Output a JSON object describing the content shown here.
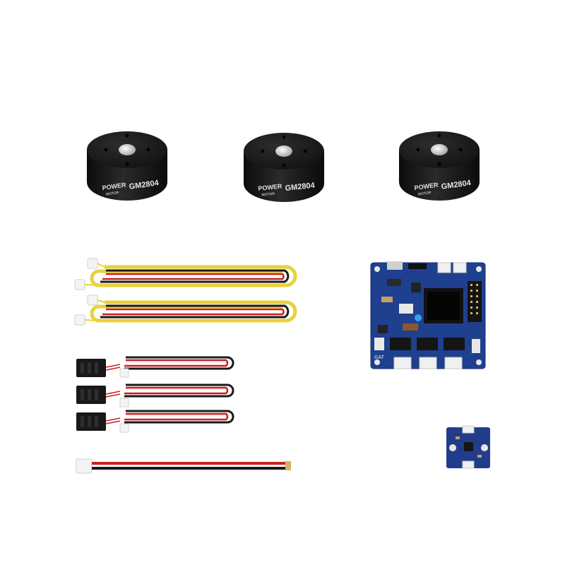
{
  "motors": [
    {
      "model": "GM2804",
      "brand_top": "POWER",
      "brand_bottom": "MOTOR"
    },
    {
      "model": "GM2804",
      "brand_top": "POWER",
      "brand_bottom": "MOTOR"
    },
    {
      "model": "GM2804",
      "brand_top": "POWER",
      "brand_bottom": "MOTOR"
    }
  ],
  "controller_board": {
    "label": "GAT"
  },
  "colors": {
    "motor_body": "#1c1c1c",
    "board_blue": "#1f3f8f",
    "chip_black": "#111111",
    "wire_red": "#c8201e",
    "wire_black": "#1a1a1a",
    "wire_yellow": "#e8d23a",
    "wire_white": "#f2f2f2"
  }
}
